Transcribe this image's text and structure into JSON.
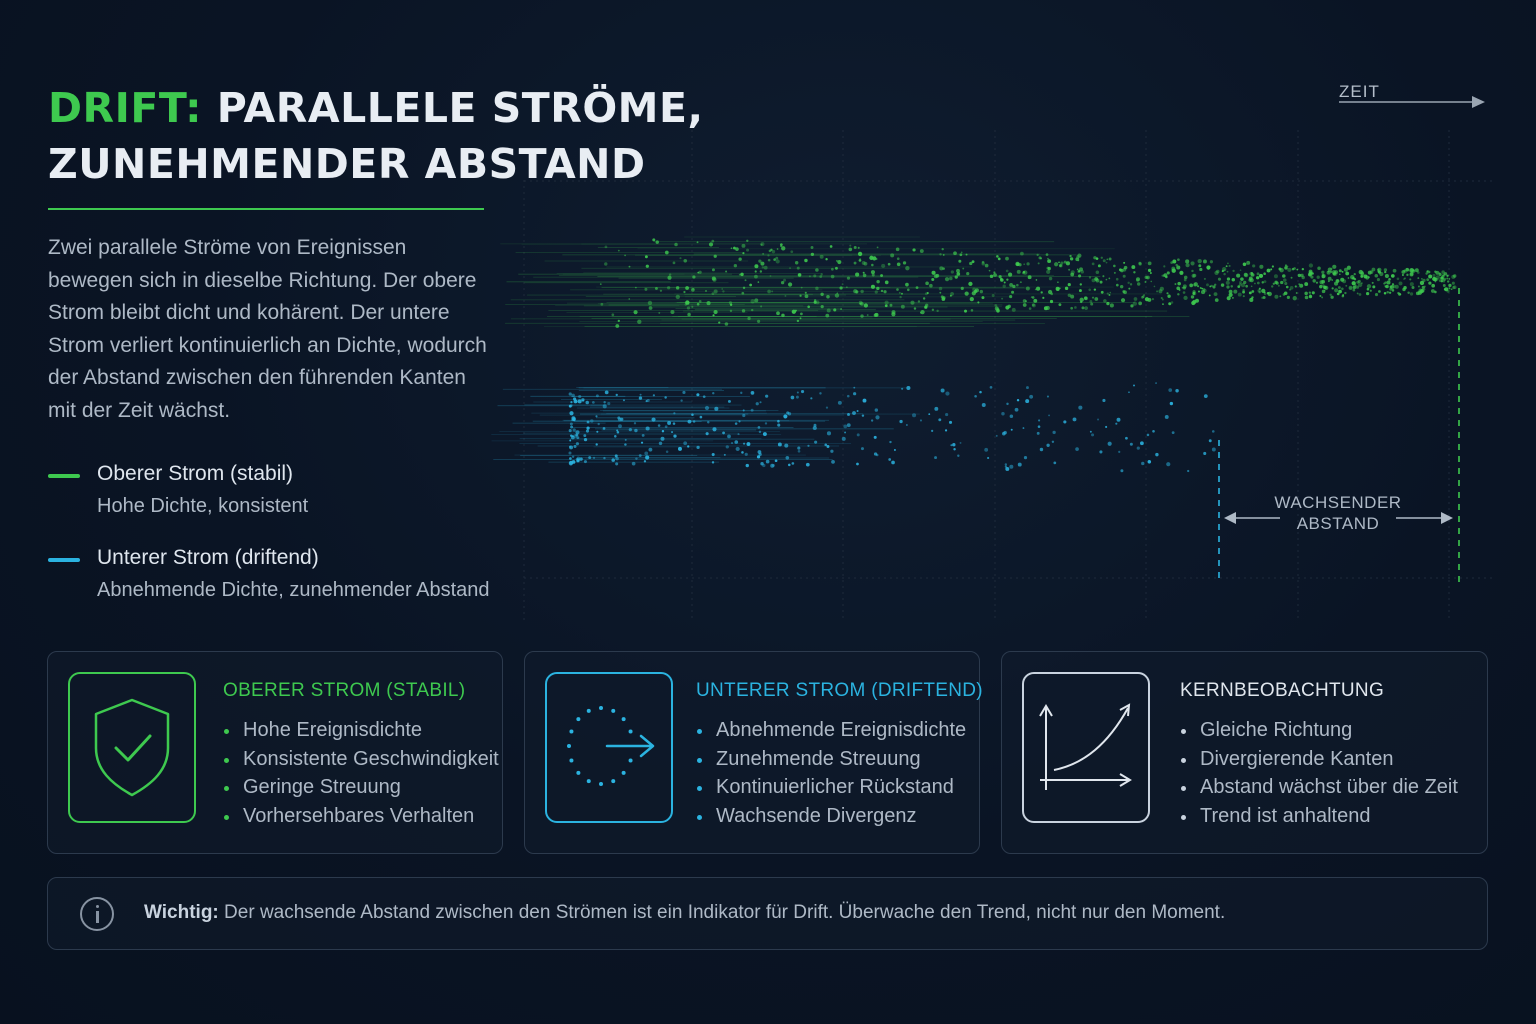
{
  "title": {
    "accent": "DRIFT:",
    "line1_rest": " PARALLELE STRÖME,",
    "line2": "ZUNEHMENDER ABSTAND"
  },
  "description": "Zwei parallele Ströme von Ereignissen bewegen sich in dieselbe Richtung. Der obere Strom bleibt dicht und kohärent. Der untere Strom verliert kontinuierlich an Dichte, wodurch der Abstand zwischen den führenden Kanten mit der Zeit wächst.",
  "legend": [
    {
      "label": "Oberer Strom (stabil)",
      "sub": "Hohe Dichte, konsistent",
      "color": "#3ec94f"
    },
    {
      "label": "Unterer Strom (driftend)",
      "sub": "Abnehmende Dichte, zunehmender Abstand",
      "color": "#2bb3e0"
    }
  ],
  "diagram": {
    "axis_label": "ZEIT",
    "gap_label_line1": "WACHSENDER",
    "gap_label_line2": "ABSTAND",
    "upper_color": "#3ec94f",
    "lower_color": "#2bb3e0"
  },
  "cards": [
    {
      "title": "OBERER STROM (STABIL)",
      "icon": "shield-check-icon",
      "color": "#3ec94f",
      "items": [
        "Hohe Ereignisdichte",
        "Konsistente Geschwindigkeit",
        "Geringe Streuung",
        "Vorhersehbares Verhalten"
      ]
    },
    {
      "title": "UNTERER STROM (DRIFTEND)",
      "icon": "dotted-circle-arrow-icon",
      "color": "#2bb3e0",
      "items": [
        "Abnehmende Ereignisdichte",
        "Zunehmende Streuung",
        "Kontinuierlicher Rückstand",
        "Wachsende Divergenz"
      ]
    },
    {
      "title": "KERNBEOBACHTUNG",
      "icon": "growth-curve-icon",
      "color": "#c9d3df",
      "items": [
        "Gleiche Richtung",
        "Divergierende Kanten",
        "Abstand wächst über die Zeit",
        "Trend ist anhaltend"
      ]
    }
  ],
  "note": {
    "label": "Wichtig:",
    "text": " Der wachsende Abstand zwischen den Strömen ist ein Indikator für Drift. Überwache den Trend, nicht nur den Moment."
  }
}
